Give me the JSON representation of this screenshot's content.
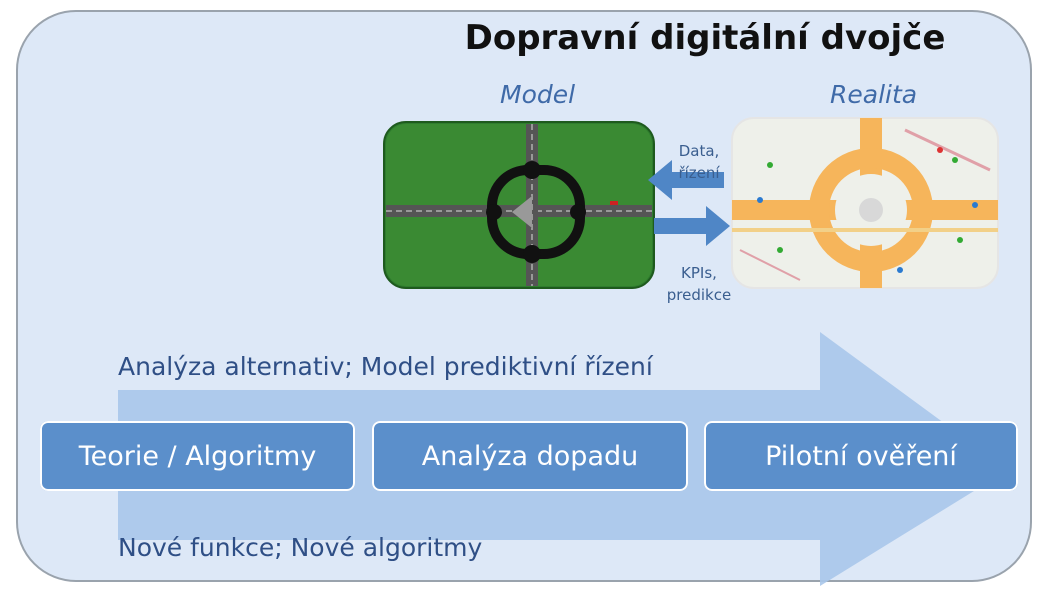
{
  "title": "Dopravní digitální dvojče",
  "model_caption": "Model",
  "reality_caption": "Realita",
  "data_arrow_label": "Data,\nřízení",
  "kpi_arrow_label": "KPIs,\npredikce",
  "arrow_text_above": "Analýza alternativ; Model prediktivní řízení",
  "arrow_text_below": "Nové funkce; Nové algoritmy",
  "steps": [
    "Teorie / Algoritmy",
    "Analýza dopadu",
    "Pilotní ověření"
  ],
  "colors": {
    "panel": "#dde8f7",
    "big_arrow": "#a9c6ea",
    "step_box": "#5b8fcb",
    "small_arrow": "#4f86c6",
    "model_green": "#2e7d2e",
    "map_orange": "#f6b55b"
  }
}
